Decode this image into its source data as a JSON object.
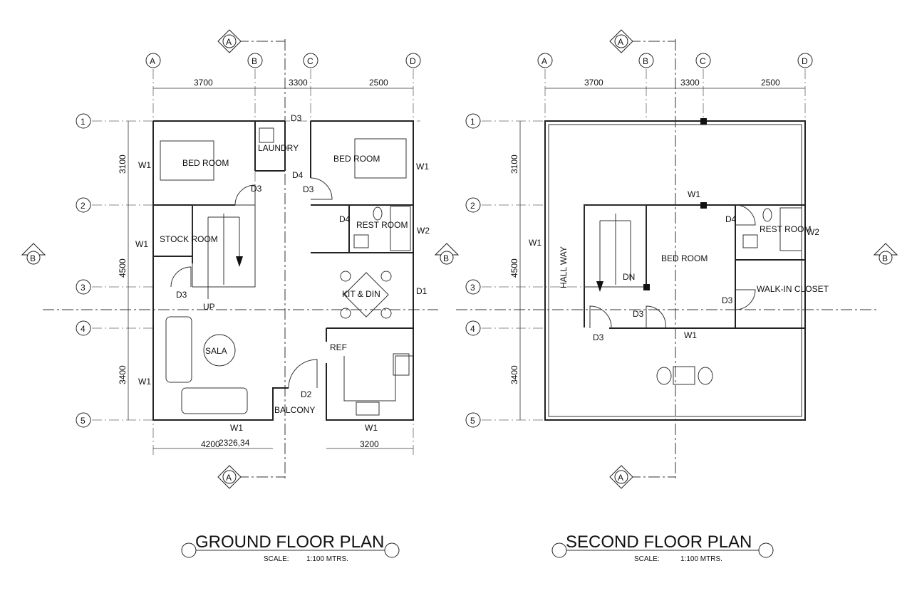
{
  "grid": {
    "cols": [
      "A",
      "B",
      "C",
      "D"
    ],
    "rows": [
      "1",
      "2",
      "3",
      "4",
      "5"
    ]
  },
  "sections": {
    "a": "A",
    "b": "B"
  },
  "ground": {
    "title": "GROUND FLOOR  PLAN",
    "scale_label": "SCALE:",
    "scale_value": "1:100  MTRS.",
    "dims_top": [
      "3700",
      "3300",
      "2500"
    ],
    "dims_side": [
      "3100",
      "4500",
      "3400"
    ],
    "dims_bottom": [
      "4200",
      "2326,34",
      "3200"
    ],
    "rooms": {
      "bed1": "BED ROOM",
      "laundry": "LAUNDRY",
      "bed2": "BED ROOM",
      "stock": "STOCK ROOM",
      "rest": "REST ROOM",
      "kit": "KIT & DIN",
      "sala": "SALA",
      "balcony": "BALCONY",
      "ref": "REF",
      "up": "UP"
    },
    "tags": {
      "w1a": "W1",
      "w1b": "W1",
      "w1c": "W1",
      "w1d": "W1",
      "w1e": "W1",
      "w1f": "W1",
      "w2": "W2",
      "d1": "D1",
      "d2": "D2",
      "d3a": "D3",
      "d3b": "D3",
      "d3c": "D3",
      "d3d": "D3",
      "d4a": "D4",
      "d4b": "D4"
    }
  },
  "second": {
    "title": "SECOND FLOOR  PLAN",
    "scale_label": "SCALE:",
    "scale_value": "1:100  MTRS.",
    "dims_top": [
      "3700",
      "3300",
      "2500"
    ],
    "dims_side": [
      "3100",
      "4500",
      "3400"
    ],
    "rooms": {
      "hall": "HALL WAY",
      "bed": "BED ROOM",
      "rest": "REST ROOM",
      "closet": "WALK-IN CLOSET",
      "dn": "DN"
    },
    "tags": {
      "w1a": "W1",
      "w1b": "W1",
      "w1c": "W1",
      "w2": "W2",
      "d3a": "D3",
      "d3b": "D3",
      "d3c": "D3",
      "d4": "D4"
    }
  }
}
